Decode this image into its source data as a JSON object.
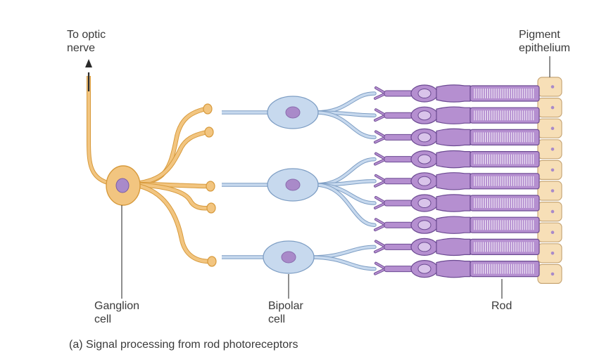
{
  "labels": {
    "optic_nerve": [
      "To optic",
      "nerve"
    ],
    "pigment_epithelium": [
      "Pigment",
      "epithelium"
    ],
    "ganglion_cell": [
      "Ganglion",
      "cell"
    ],
    "bipolar_cell": [
      "Bipolar",
      "cell"
    ],
    "rod": "Rod"
  },
  "caption": {
    "marker": "(a)",
    "text": "Signal processing from rod photoreceptors"
  },
  "colors": {
    "ganglion_fill": "#f2c580",
    "ganglion_stroke": "#d79a3c",
    "ganglion_nucleus": "#a98ac9",
    "bipolar_fill": "#c7d9ee",
    "bipolar_stroke": "#7e9ec4",
    "bipolar_nucleus": "#a98ac9",
    "rod_fill": "#b58fd0",
    "rod_stroke": "#6c4a92",
    "rod_light": "#d9c4ea",
    "pigment_fill": "#f7dfb7",
    "pigment_stroke": "#c8a777",
    "leader_line": "#333333"
  },
  "rod_count": 9,
  "icons": {
    "arrow": "up-arrow-icon"
  }
}
